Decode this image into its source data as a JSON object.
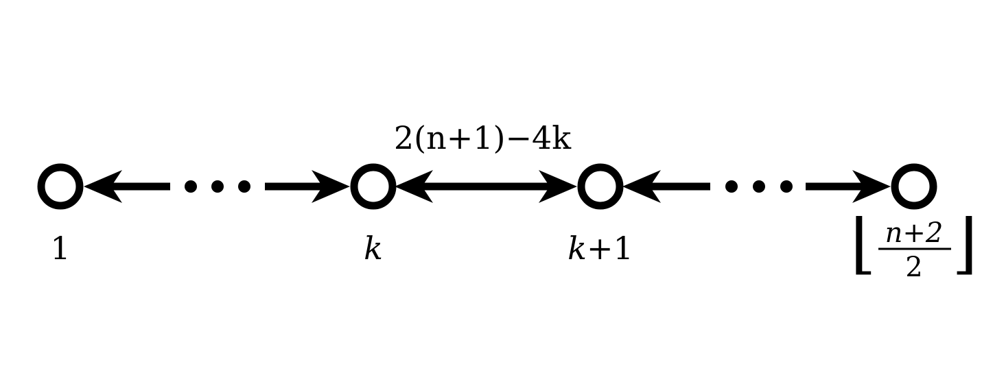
{
  "nodes": [
    {
      "id": "node-1",
      "label": "1"
    },
    {
      "id": "node-k",
      "label": "k"
    },
    {
      "id": "node-k-plus-1",
      "label_var": "k",
      "label_rest": "+1"
    },
    {
      "id": "node-floor",
      "numerator": "n+2",
      "denominator": "2",
      "floor_left": "⌊",
      "floor_right": "⌋"
    }
  ],
  "edges": [
    {
      "from": "node-1",
      "to": "node-k",
      "style": "dotted-double-arrow"
    },
    {
      "from": "node-k",
      "to": "node-k-plus-1",
      "style": "double-arrow",
      "label": "2(n+1)−4k"
    },
    {
      "from": "node-k-plus-1",
      "to": "node-floor",
      "style": "dotted-double-arrow"
    }
  ],
  "colors": {
    "stroke": "#000000",
    "node_fill": "#ffffff"
  }
}
